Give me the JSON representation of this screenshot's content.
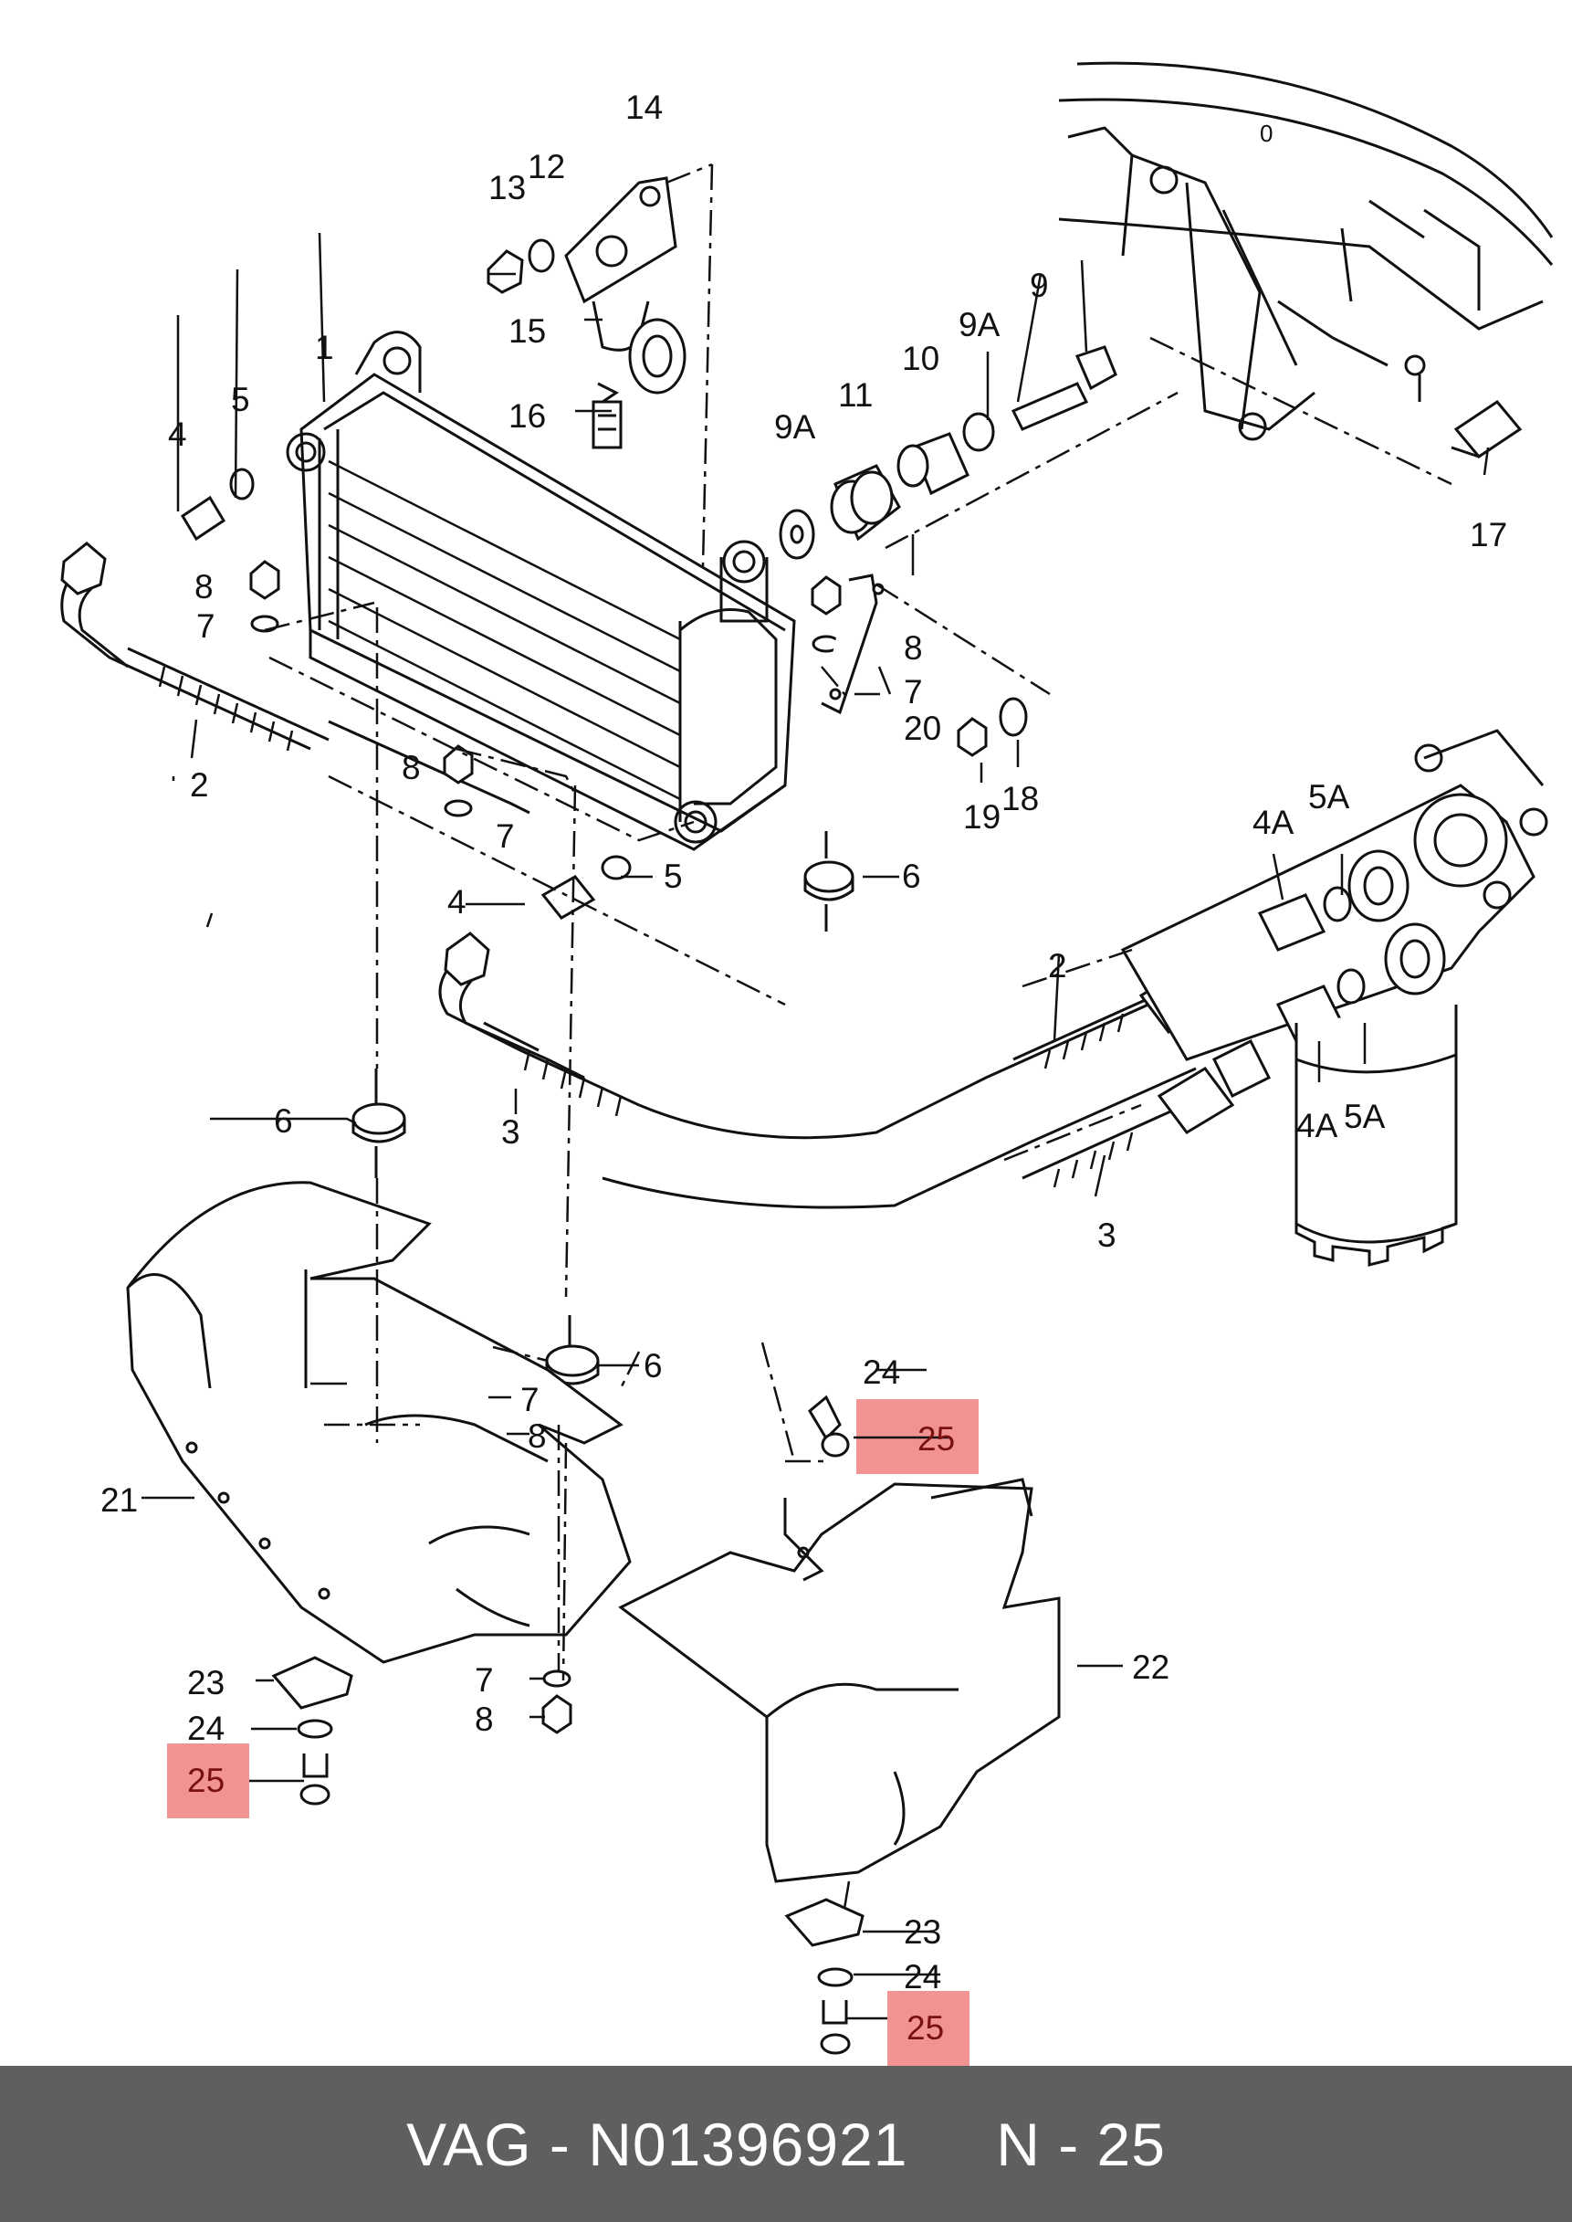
{
  "footer": {
    "text": "VAG - N01396921     N - 25"
  },
  "labels": {
    "l1": "1",
    "l2a": "2",
    "l2b": "2",
    "l3a": "3",
    "l3b": "3",
    "l4a": "4",
    "l4b": "4",
    "l4Aa": "4A",
    "l4Ab": "4A",
    "l5a": "5",
    "l5b": "5",
    "l5Aa": "5A",
    "l5Ab": "5A",
    "l6a": "6",
    "l6b": "6",
    "l6c": "6",
    "l7a": "7",
    "l7b": "7",
    "l7c": "7",
    "l7d": "7",
    "l7e": "7",
    "l8a": "8",
    "l8b": "8",
    "l8c": "8",
    "l8d": "8",
    "l8e": "8",
    "l9": "9",
    "l9Aa": "9A",
    "l9Ab": "9A",
    "l10": "10",
    "l11": "11",
    "l12": "12",
    "l13": "13",
    "l14": "14",
    "l15": "15",
    "l16": "16",
    "l17": "17",
    "l18": "18",
    "l19": "19",
    "l20": "20",
    "l21": "21",
    "l22": "22",
    "l23a": "23",
    "l23b": "23",
    "l24a": "24",
    "l24b": "24",
    "l24c": "24",
    "l25a": "25",
    "l25b": "25",
    "l25c": "25"
  },
  "colors": {
    "highlight": "#ee8080",
    "footer_bg": "#5f5f5f",
    "line": "#111111"
  }
}
